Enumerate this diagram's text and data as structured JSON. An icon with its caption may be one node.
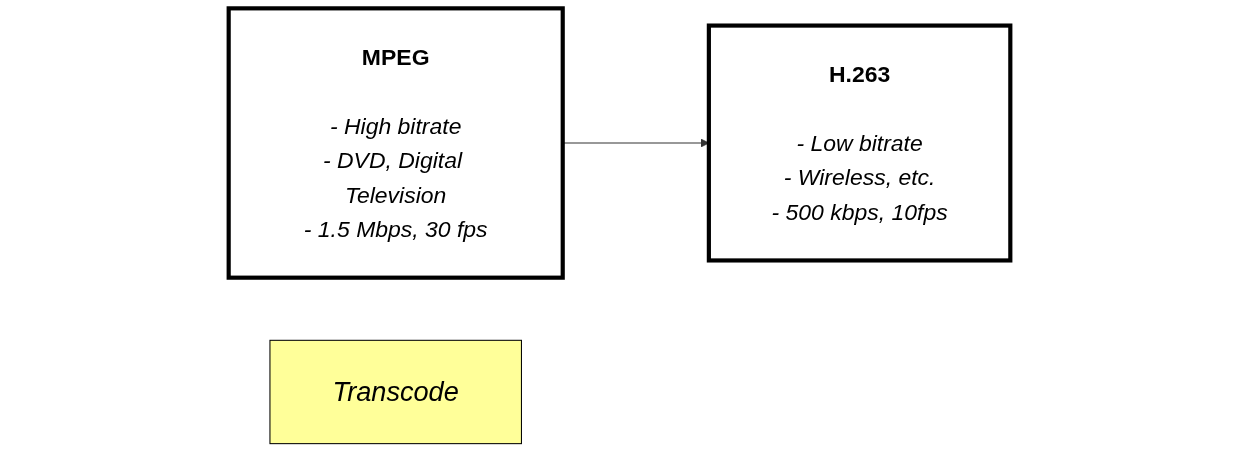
{
  "diagram": {
    "nodes": [
      {
        "text": [
          "MPEG",
          "- High bitrate",
          "- DVD, Digital Television",
          "- 1.5 Mbps, 30 fps"
        ]
      },
      {
        "text": [
          "Transcode"
        ]
      },
      {
        "text": [
          "H.263",
          "- Low bitrate",
          "- Wireless, etc.",
          "- 500 kbps, 10fps"
        ]
      }
    ],
    "edges": [
      {
        "from": 0,
        "to": 2,
        "arrow": "to"
      }
    ]
  }
}
